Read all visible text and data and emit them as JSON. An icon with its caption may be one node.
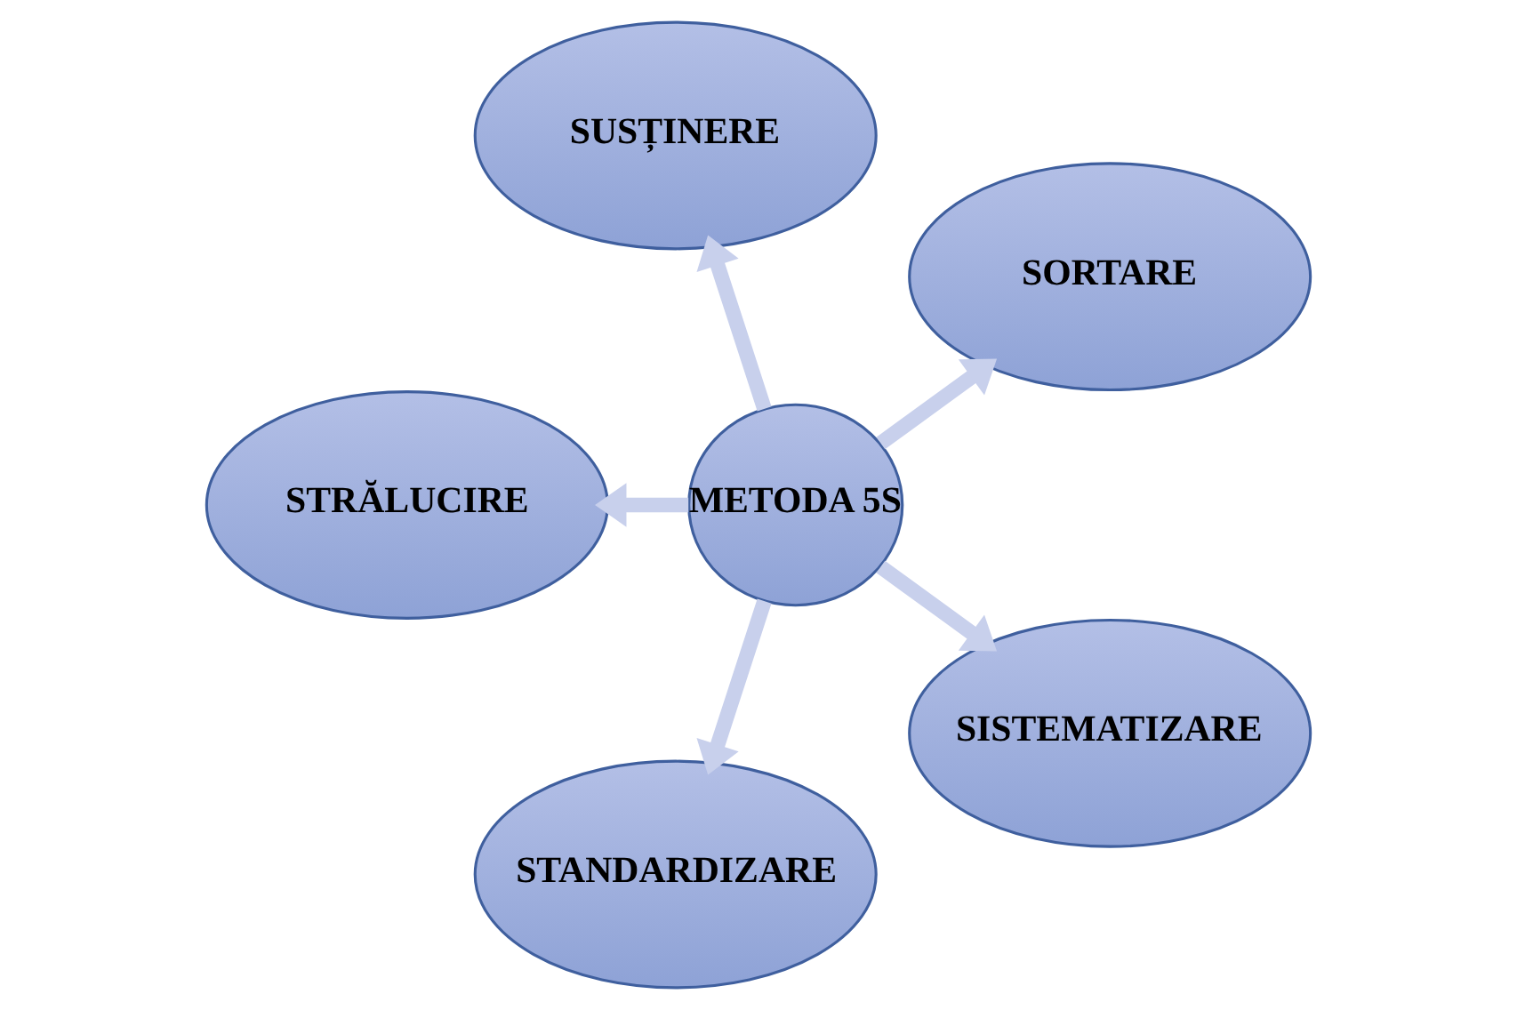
{
  "diagram": {
    "nodes": [
      {
        "text": [
          "SORTARE"
        ]
      },
      {
        "text": [
          "SUSȚINERE"
        ]
      },
      {
        "text": [
          "STRĂLUCIRE"
        ]
      },
      {
        "text": [
          "METODA 5S"
        ]
      },
      {
        "text": [
          "STANDARDIZARE"
        ]
      },
      {
        "text": [
          "SISTEMATIZARE"
        ]
      }
    ],
    "edges": [
      {
        "from": 3,
        "to": 0,
        "arrow": "to"
      },
      {
        "from": 3,
        "to": 2,
        "arrow": "to"
      },
      {
        "from": 3,
        "to": 5,
        "arrow": "to"
      },
      {
        "from": 3,
        "to": 4,
        "arrow": "to"
      },
      {
        "from": 3,
        "to": 1,
        "arrow": "to"
      }
    ]
  }
}
